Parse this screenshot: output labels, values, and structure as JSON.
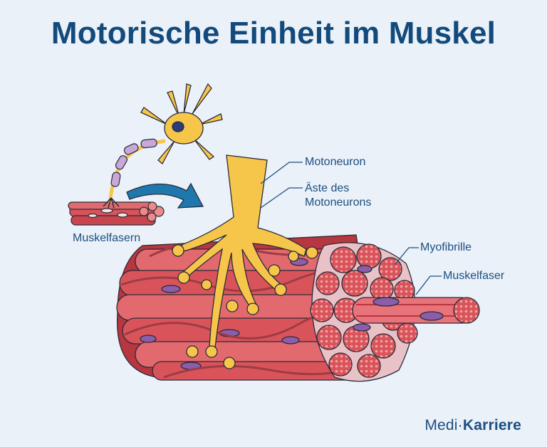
{
  "title": "Motorische Einheit im Muskel",
  "labels": {
    "muskelfasern": "Muskelfasern",
    "motoneuron": "Motoneuron",
    "aeste_line1": "Äste des",
    "aeste_line2": "Motoneurons",
    "myofibrille": "Myofibrille",
    "muskelfaser": "Muskelfaser"
  },
  "brand": {
    "part1": "Medi",
    "separator": "·",
    "part2": "Karriere"
  },
  "colors": {
    "navy": "#134a7c",
    "nerve": "#f6c64a",
    "muscle": "#d9545a",
    "muscle_light": "#ec8a8a",
    "fascia": "#9d3c44",
    "nucleus": "#8a5ea8",
    "arrow": "#1f78ad",
    "background": "#eaf1f9"
  }
}
